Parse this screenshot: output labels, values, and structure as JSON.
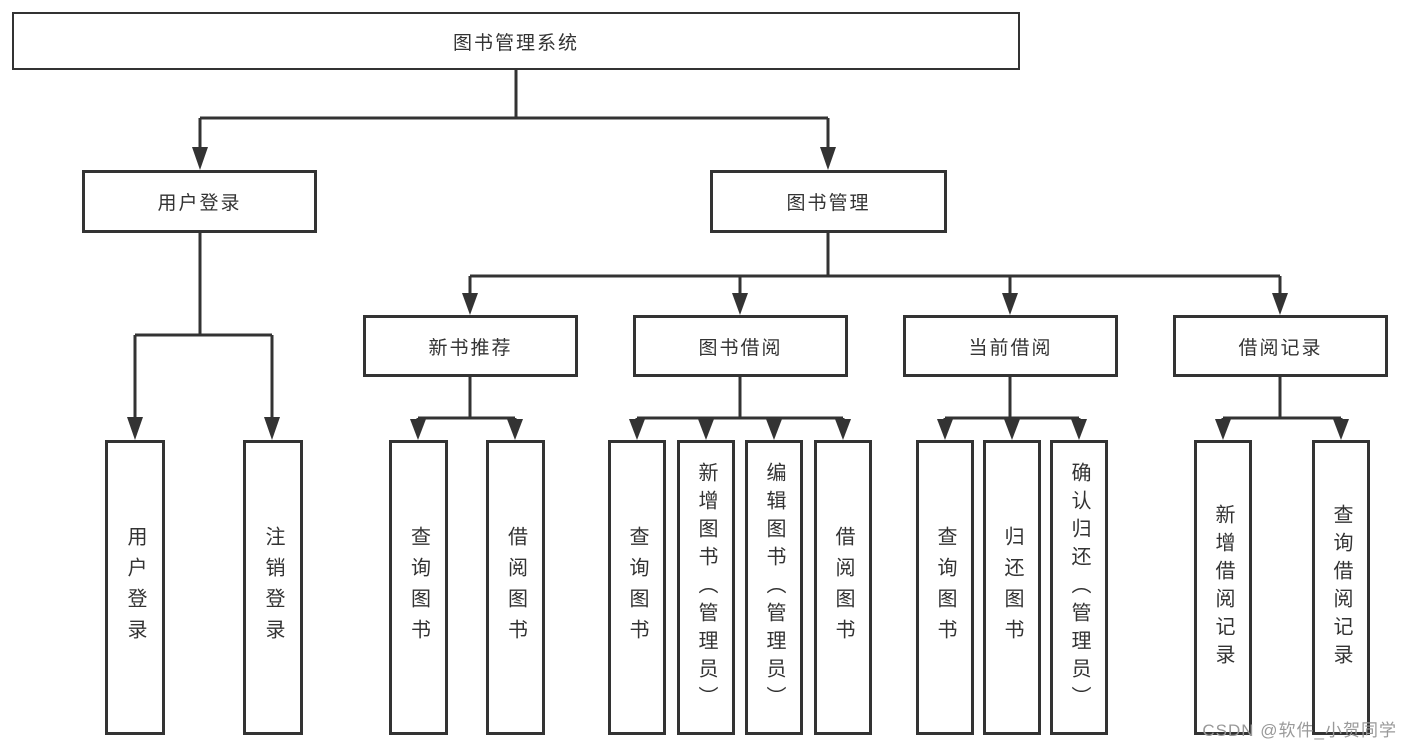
{
  "diagram": {
    "title_node": "图书管理系统",
    "level2": {
      "user_login": "用户登录",
      "book_management": "图书管理"
    },
    "level3": {
      "new_book_recommend": "新书推荐",
      "book_borrow": "图书借阅",
      "current_borrow": "当前借阅",
      "borrow_records": "借阅记录"
    },
    "leaves": {
      "login": [
        "用户登录",
        "注销登录"
      ],
      "recommend": [
        "查询图书",
        "借阅图书"
      ],
      "borrow": [
        "查询图书",
        "新增图书（管理员）",
        "编辑图书（管理员）",
        "借阅图书"
      ],
      "current": [
        "查询图书",
        "归还图书",
        "确认归还（管理员）"
      ],
      "records": [
        "新增借阅记录",
        "查询借阅记录"
      ]
    }
  },
  "watermark": "CSDN @软件_小贺同学",
  "colors": {
    "line": "#333333",
    "box_border": "#333333",
    "text": "#333333",
    "watermark": "#999999"
  }
}
